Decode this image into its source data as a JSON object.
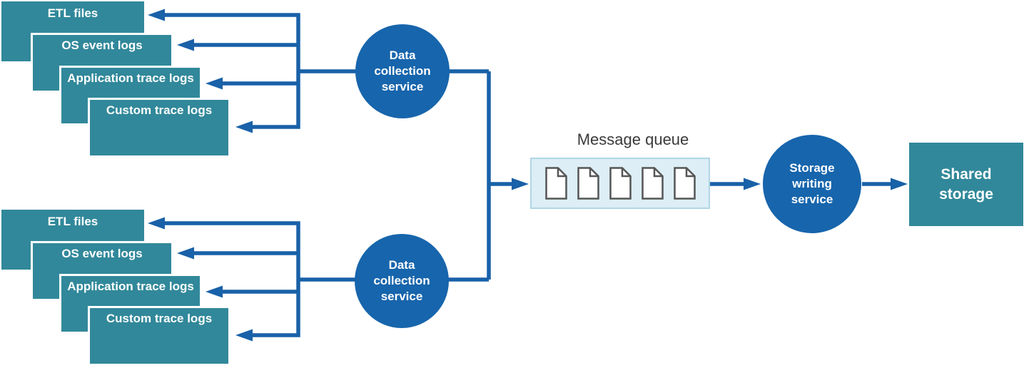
{
  "colors": {
    "connector_blue": "#1961A8",
    "circle_blue": "#1765AC",
    "teal": "#31889A",
    "queue_fill": "#DDEEF6",
    "queue_border": "#AFD6E4",
    "doc_stroke": "#555555",
    "title_gray": "#3A3A3A"
  },
  "stacks": [
    {
      "id": "top",
      "boxes": [
        "ETL files",
        "OS event logs",
        "Application trace logs",
        "Custom trace logs"
      ]
    },
    {
      "id": "bottom",
      "boxes": [
        "ETL files",
        "OS event logs",
        "Application trace logs",
        "Custom trace logs"
      ]
    }
  ],
  "services": {
    "collection_top": "Data collection service",
    "collection_bottom": "Data collection service",
    "storage_writing": "Storage writing service"
  },
  "queue": {
    "title": "Message queue",
    "item_count": 5,
    "item_icon": "document-icon"
  },
  "storage": {
    "label": "Shared storage"
  }
}
